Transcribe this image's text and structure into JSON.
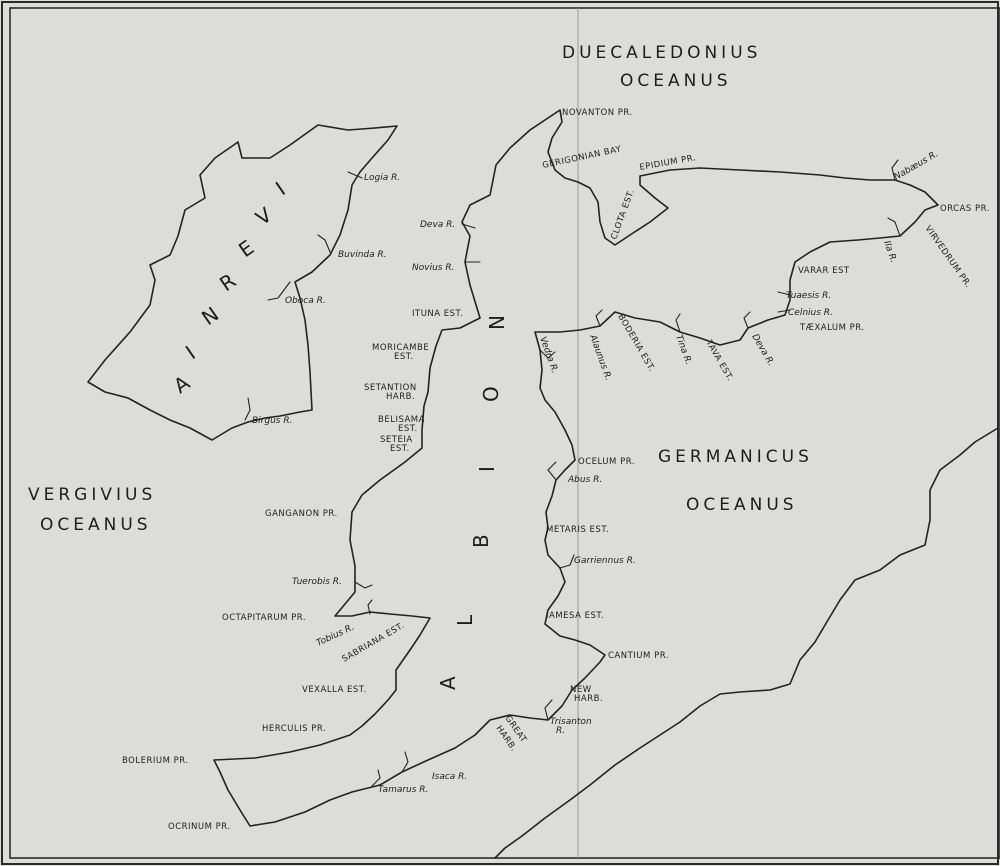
{
  "colors": {
    "paper": "#dcdddb",
    "ink": "#1d1d1d",
    "frame": "#2a2a2a"
  },
  "oceans": {
    "duecaledonius_1": "DUECALEDONIUS",
    "duecaledonius_2": "OCEANUS",
    "vergivius_1": "VERGIVIUS",
    "vergivius_2": "OCEANUS",
    "germanicus_1": "GERMANICUS",
    "germanicus_2": "OCEANUS"
  },
  "lands": {
    "ivernia": [
      "I",
      "V",
      "E",
      "R",
      "N",
      "I",
      "A"
    ],
    "albion": [
      "A",
      "L",
      "B",
      "I",
      "O",
      "N"
    ]
  },
  "places": {
    "novanton": "NOVANTON PR.",
    "gerigonian": "GERIGONIAN BAY",
    "epidium": "EPIDIUM PR.",
    "clota": "CLOTA EST.",
    "orcas": "ORCAS PR.",
    "virvedrum": "VIRVEDRUM PR.",
    "varar": "VARAR EST",
    "taexalum": "TÆXALUM PR.",
    "boderia": "BODERIA EST.",
    "tava": "TAVA EST.",
    "ituna": "ITUNA EST.",
    "moricambe_1": "MORICAMBE",
    "moricambe_2": "EST.",
    "setantion_1": "SETANTION",
    "setantion_2": "HARB.",
    "belisama_1": "BELISAMA",
    "belisama_2": "EST.",
    "seteia_1": "SETEIA",
    "seteia_2": "EST.",
    "ganganon": "GANGANON PR.",
    "octapitarum": "OCTAPITARUM PR.",
    "sabriana": "SABRIANA EST.",
    "vexalla": "VEXALLA EST.",
    "herculis": "HERCULIS PR.",
    "bolerium": "BOLERIUM PR.",
    "ocrinum": "OCRINUM PR.",
    "ocelum": "OCELUM PR.",
    "metaris": "METARIS EST.",
    "iamesa": "IAMESA EST.",
    "cantium": "CANTIUM PR.",
    "new_harb_1": "NEW",
    "new_harb_2": "HARB.",
    "great_harb_1": "GREAT",
    "great_harb_2": "HARB."
  },
  "rivers": {
    "logia": "Logia R.",
    "buvinda": "Buvinda R.",
    "oboca": "Oboca R.",
    "birgus": "Birgus R.",
    "deva_w": "Deva R.",
    "novius": "Novius R.",
    "nabaeus": "Nabæus R.",
    "ila": "Ila R.",
    "tuaesis": "Tuaesis R.",
    "celnius": "Celnius R.",
    "deva_e": "Deva R.",
    "tina": "Tina R.",
    "alaunus": "Alaunus R.",
    "vedra": "Vedra R.",
    "abus": "Abus R.",
    "garriennus": "Garriennus R.",
    "tuerobis": "Tuerobis R.",
    "tobius": "Tobius R.",
    "isaca": "Isaca R.",
    "tamarus": "Tamarus R.",
    "trisanton_1": "Trisanton",
    "trisanton_2": "R."
  }
}
